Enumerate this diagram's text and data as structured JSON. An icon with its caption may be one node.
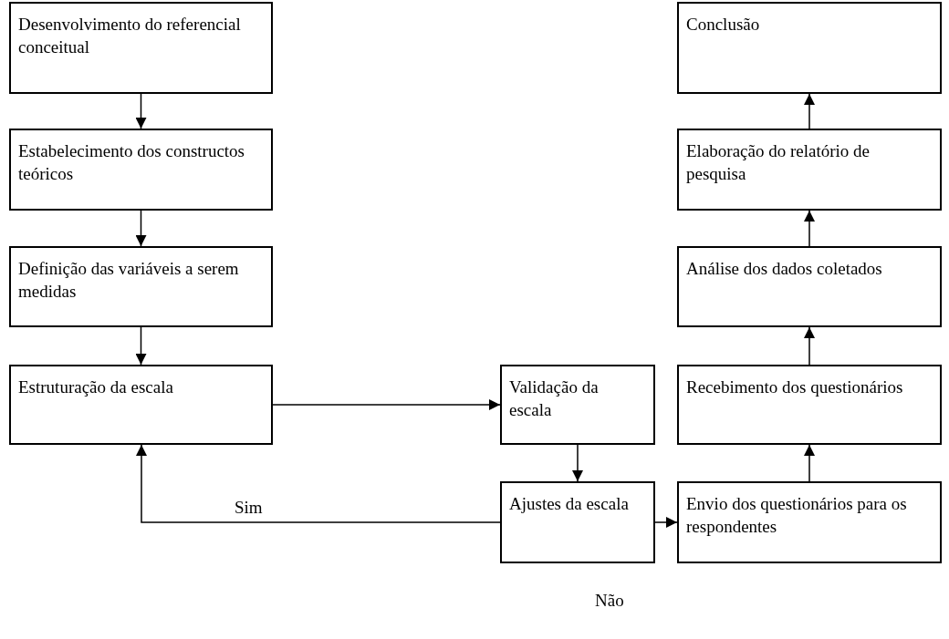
{
  "diagram": {
    "nodes": [
      {
        "text": [
          "Desenvolvimento do referencial conceitual"
        ]
      },
      {
        "text": [
          "Estabelecimento dos constructos teóricos"
        ]
      },
      {
        "text": [
          "Definição das variáveis a serem medidas"
        ]
      },
      {
        "text": [
          "Estruturação da escala"
        ]
      },
      {
        "text": [
          "Validação da escala"
        ]
      },
      {
        "text": [
          "Ajustes da escala"
        ]
      },
      {
        "text": [
          "Envio dos questionários para os respondentes"
        ]
      },
      {
        "text": [
          "Recebimento dos questionários"
        ]
      },
      {
        "text": [
          "Análise dos dados coletados"
        ]
      },
      {
        "text": [
          "Elaboração do relatório de pesquisa"
        ]
      },
      {
        "text": [
          "Conclusão"
        ]
      }
    ],
    "edges": [
      {
        "from": 0,
        "to": 1,
        "arrow": "to"
      },
      {
        "from": 1,
        "to": 2,
        "arrow": "to"
      },
      {
        "from": 2,
        "to": 3,
        "arrow": "to"
      },
      {
        "from": 3,
        "to": 4,
        "arrow": "to"
      },
      {
        "from": 4,
        "to": 5,
        "arrow": "to"
      },
      {
        "from": 5,
        "to": 3,
        "arrow": "to",
        "label": "Sim"
      },
      {
        "from": 5,
        "to": 6,
        "arrow": "to",
        "label": "Não"
      },
      {
        "from": 6,
        "to": 7,
        "arrow": "to"
      },
      {
        "from": 7,
        "to": 8,
        "arrow": "to"
      },
      {
        "from": 8,
        "to": 9,
        "arrow": "to"
      },
      {
        "from": 9,
        "to": 10,
        "arrow": "to"
      }
    ]
  }
}
